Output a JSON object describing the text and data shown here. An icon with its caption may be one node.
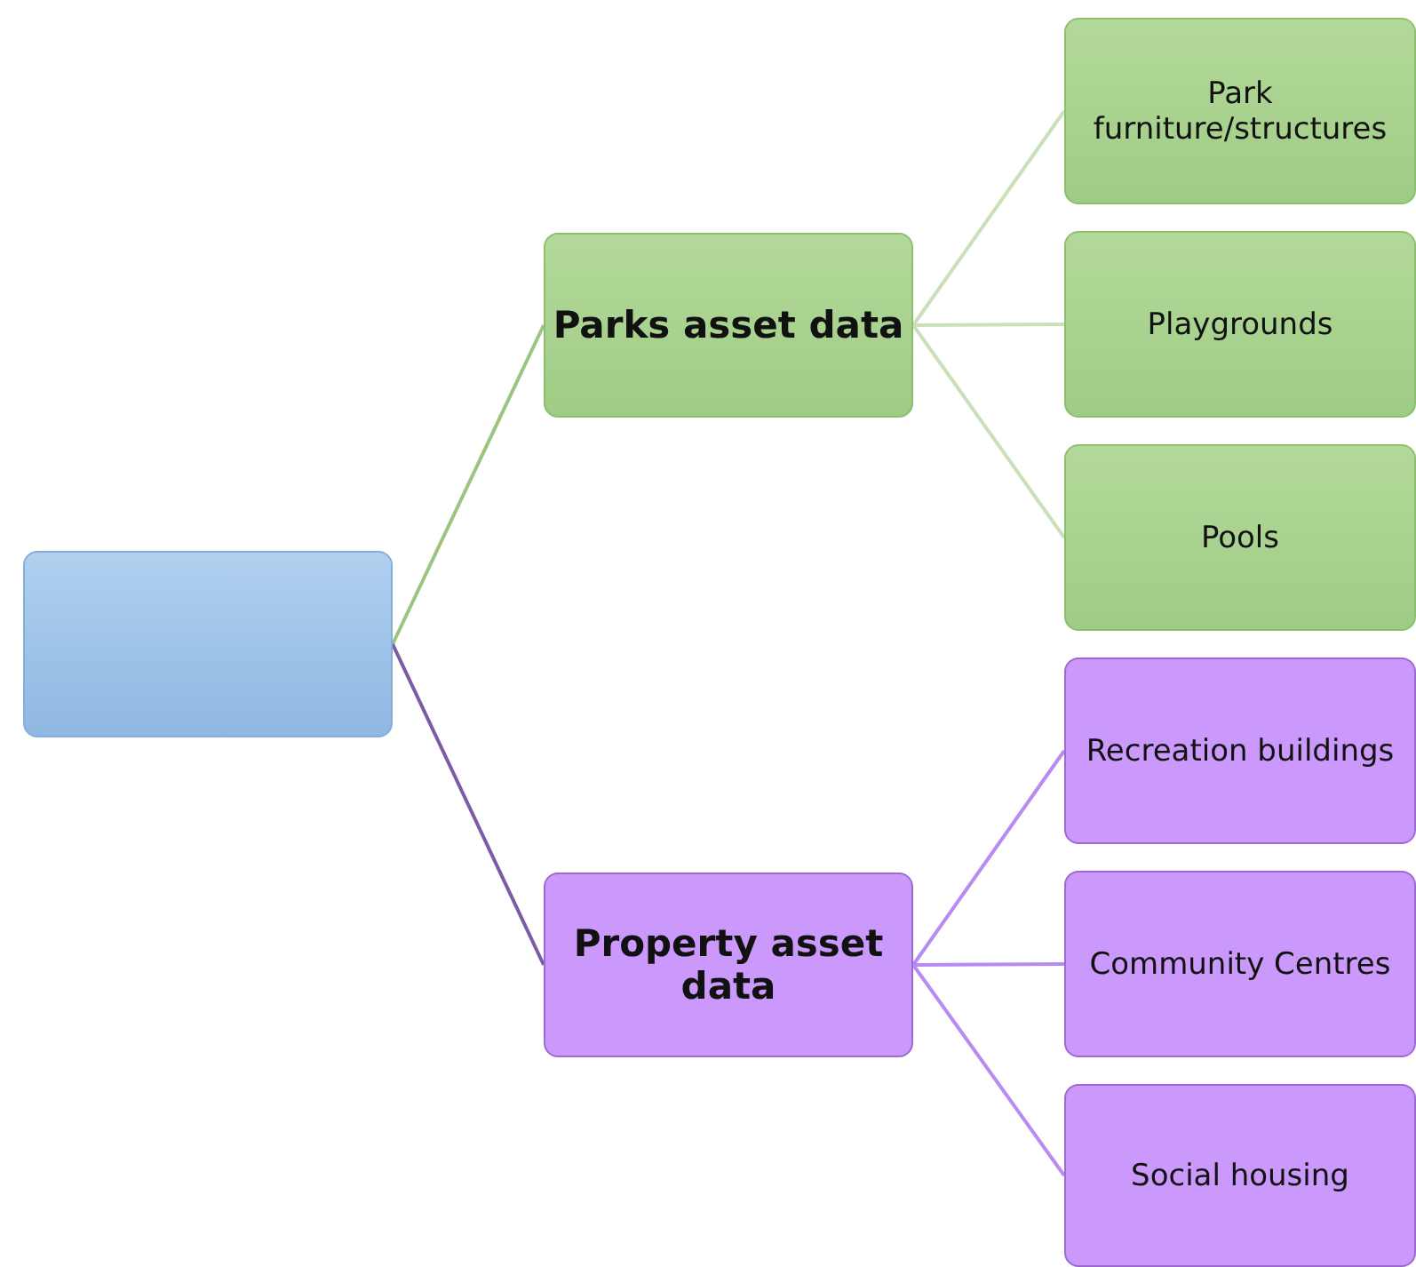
{
  "diagram": {
    "nodes": [
      {
        "text": [],
        "shape": "box"
      },
      {
        "text": [
          "Parks asset data"
        ]
      },
      {
        "text": [
          "Park furniture/structures"
        ]
      },
      {
        "text": [
          "Playgrounds"
        ]
      },
      {
        "text": [
          "Pools"
        ]
      },
      {
        "text": [
          "Property asset data"
        ]
      },
      {
        "text": [
          "Recreation buildings"
        ]
      },
      {
        "text": [
          "Community Centres"
        ]
      },
      {
        "text": [
          "Social housing"
        ]
      }
    ],
    "edges": [
      {
        "from": 0,
        "to": 1,
        "arrow": "none",
        "color": "#9bc47e"
      },
      {
        "from": 1,
        "to": 2,
        "arrow": "none",
        "color": "#c9e0b8"
      },
      {
        "from": 1,
        "to": 3,
        "arrow": "none",
        "color": "#c9e0b8"
      },
      {
        "from": 1,
        "to": 4,
        "arrow": "none",
        "color": "#c9e0b8"
      },
      {
        "from": 0,
        "to": 5,
        "arrow": "none",
        "color": "#7d5aa6"
      },
      {
        "from": 5,
        "to": 6,
        "arrow": "none",
        "color": "#b78cf2"
      },
      {
        "from": 5,
        "to": 7,
        "arrow": "none",
        "color": "#b78cf2"
      },
      {
        "from": 5,
        "to": 8,
        "arrow": "none",
        "color": "#b78cf2"
      }
    ]
  }
}
